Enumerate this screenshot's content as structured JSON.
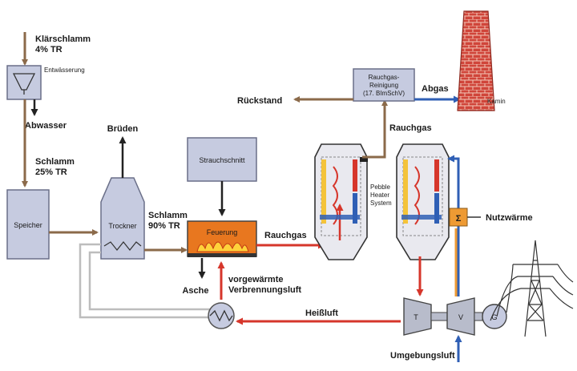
{
  "labels": {
    "klaerschlamm_1": "Klärschlamm",
    "klaerschlamm_2": "4% TR",
    "entwaesserung": "Entwässerung",
    "abwasser": "Abwasser",
    "schlamm25_1": "Schlamm",
    "schlamm25_2": "25% TR",
    "speicher": "Speicher",
    "brueden": "Brüden",
    "trockner": "Trockner",
    "schlamm90_1": "Schlamm",
    "schlamm90_2": "90% TR",
    "strauchschnitt": "Strauchschnitt",
    "feuerung": "Feuerung",
    "asche": "Asche",
    "verbrennungsluft_1": "vorgewärmte",
    "verbrennungsluft_2": "Verbrennungsluft",
    "rauchgas_left": "Rauchgas",
    "rauchgas_top": "Rauchgas",
    "reinigung_1": "Rauchgas-",
    "reinigung_2": "Reinigung",
    "reinigung_3": "(17. BImSchV)",
    "rueckstand": "Rückstand",
    "abgas": "Abgas",
    "kamin": "Kamin",
    "pebble_1": "Pebble",
    "pebble_2": "Heater",
    "pebble_3": "System",
    "nutzwaerme": "Nutzwärme",
    "sigma": "Σ",
    "heissluft": "Heißluft",
    "turbine": "T",
    "verdichter": "V",
    "generator": "G",
    "umgebungsluft": "Umgebungsluft"
  },
  "colors": {
    "sludge": "#8b6a4a",
    "flue_gas": "#d6362b",
    "hot_air": "#d6362b",
    "cold_air": "#2f5fb5",
    "heat": "#ee9a33",
    "box_fill": "#c6cbe0",
    "furnace": "#e8771f",
    "chimney": "#c0392b",
    "dark": "#222222"
  },
  "icons": [
    "thickener-icon",
    "heat-exchanger-icon",
    "pebble-heater-icon",
    "chimney-icon",
    "power-pylon-icon",
    "turbine-icon",
    "compressor-icon",
    "generator-icon",
    "flame-icon",
    "sum-icon"
  ]
}
